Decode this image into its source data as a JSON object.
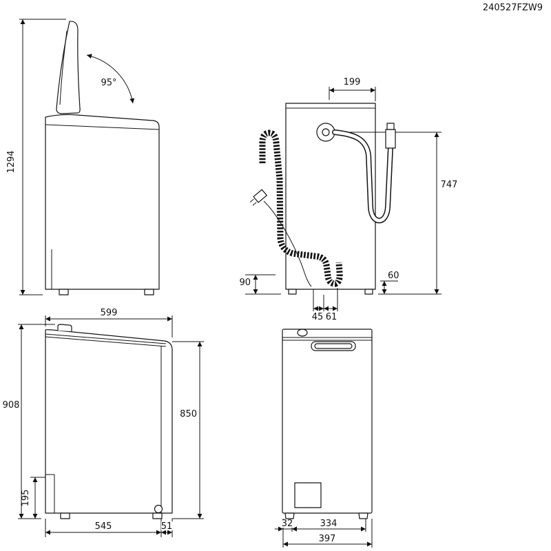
{
  "doc_code": "240527FZW9",
  "views": {
    "side_open": {
      "angle": "95°",
      "total_height": "1294"
    },
    "rear": {
      "top_offset": "199",
      "hose_height": "747",
      "drain_height": "90",
      "hose_clearance": "60",
      "offset_a": "45",
      "offset_b": "61"
    },
    "side_closed": {
      "top_depth": "599",
      "total_height": "908",
      "body_height": "850",
      "plinth_height": "195",
      "base_depth": "545",
      "rear_offset": "51"
    },
    "front": {
      "foot_inset": "32",
      "feet_spacing": "334",
      "total_width": "397"
    }
  }
}
